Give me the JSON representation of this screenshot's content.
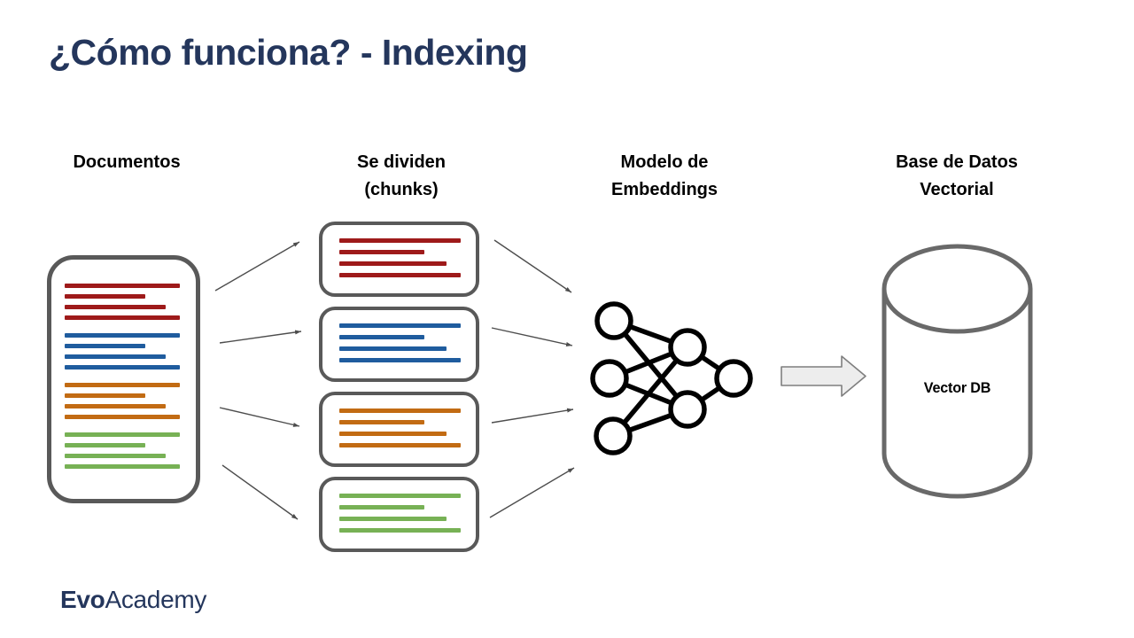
{
  "title": "¿Cómo funciona? - Indexing",
  "columns": {
    "documents_label": "Documentos",
    "chunks_label_line1": "Se dividen",
    "chunks_label_line2": "(chunks)",
    "embeddings_label_line1": "Modelo de",
    "embeddings_label_line2": "Embeddings",
    "vector_db_label_line1": "Base de Datos",
    "vector_db_label_line2": "Vectorial"
  },
  "colors": {
    "navy": "#24365C",
    "label_black": "#000000",
    "outline": "#595959",
    "connector": "#4D4D4D",
    "nn_black": "#000000",
    "red": "#9E1A1A",
    "blue": "#1F5C9E",
    "orange": "#C26B13",
    "green": "#77B155",
    "big_arrow_fill": "#EDEDED",
    "big_arrow_border": "#7F7F7F",
    "cylinder_outline": "#696969"
  },
  "lines_pattern_pct": [
    100,
    70,
    88,
    100
  ],
  "document_icon": {
    "line_groups": [
      "red",
      "blue",
      "orange",
      "green"
    ]
  },
  "chunk_boxes": [
    {
      "color": "red"
    },
    {
      "color": "blue"
    },
    {
      "color": "orange"
    },
    {
      "color": "green"
    }
  ],
  "database": {
    "label": "Vector DB"
  },
  "logo": {
    "bold": "Evo",
    "regular": "Academy"
  }
}
